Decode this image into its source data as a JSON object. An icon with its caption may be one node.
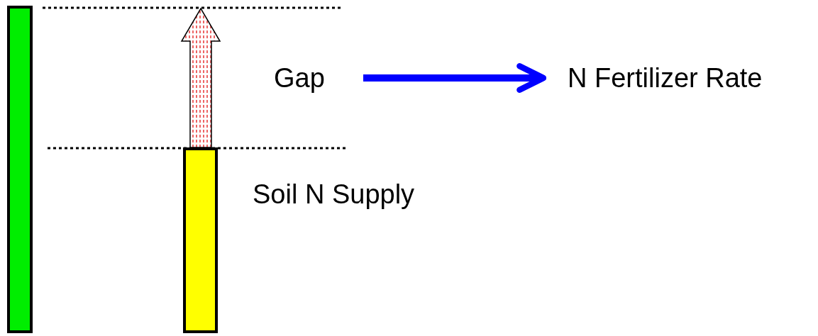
{
  "diagram": {
    "nodes": [
      {
        "text": [],
        "shape": "bar"
      },
      {
        "text": [],
        "shape": "bar",
        "beside": [
          "Soil N Supply"
        ]
      },
      {
        "text": [
          "Gap"
        ]
      },
      {
        "text": [
          "N Fertilizer Rate"
        ]
      }
    ],
    "edges": [
      {
        "from": 2,
        "to": 3,
        "arrow": "to"
      }
    ]
  }
}
